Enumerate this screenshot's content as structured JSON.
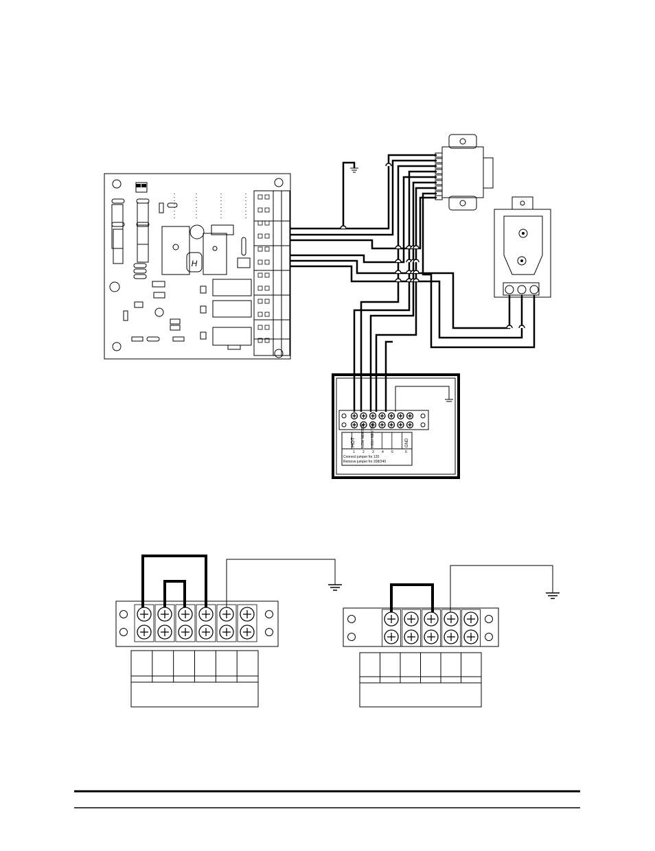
{
  "terminal_block": {
    "labels": [
      "HOT",
      "LOW NEUTRAL",
      "HIGH NEUTRAL",
      "4",
      "GND",
      "6"
    ],
    "numbers": [
      "1",
      "2",
      "3",
      "4",
      "5",
      "6"
    ],
    "note_line1": "Connect jumper for 120",
    "note_line2": "Remove jumper for 208/240"
  },
  "colors": {
    "ink": "#000000",
    "paper": "#ffffff"
  }
}
